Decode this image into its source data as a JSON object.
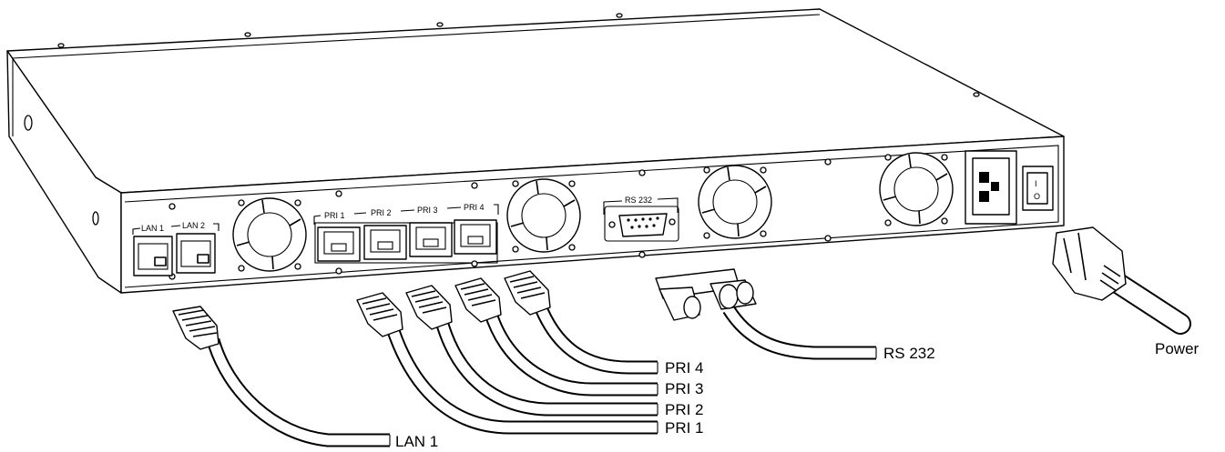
{
  "panel_labels": {
    "lan1": "LAN 1",
    "lan2": "LAN 2",
    "pri1": "PRI 1",
    "pri2": "PRI 2",
    "pri3": "PRI 3",
    "pri4": "PRI 4",
    "rs232": "RS 232"
  },
  "power_switch": {
    "on_symbol": "I",
    "off_symbol": "O"
  },
  "cable_labels": {
    "lan1": "LAN 1",
    "pri1": "PRI 1",
    "pri2": "PRI 2",
    "pri3": "PRI 3",
    "pri4": "PRI 4",
    "rs232": "RS 232",
    "power": "Power"
  }
}
